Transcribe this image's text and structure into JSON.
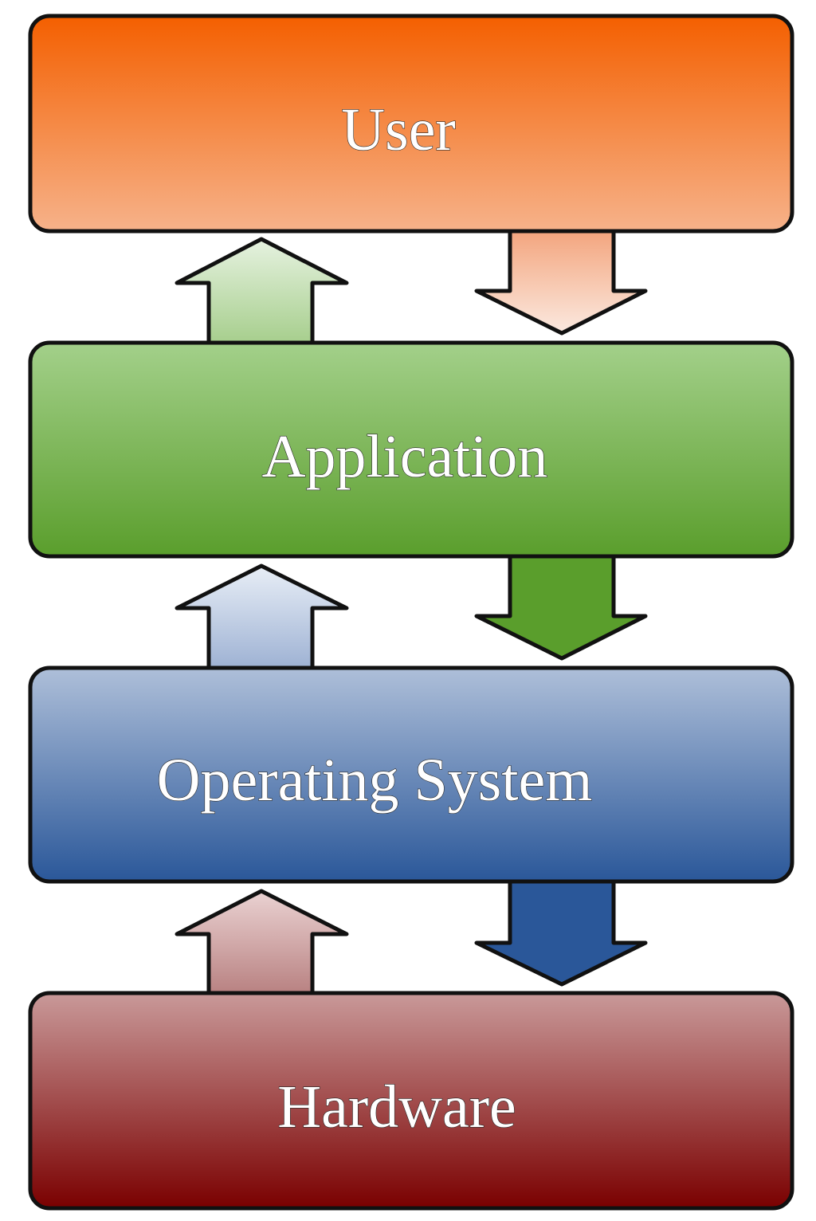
{
  "layers": [
    {
      "id": "user",
      "label": "User",
      "colors": {
        "top": "#f45f00",
        "bottom": "#f6b28a"
      }
    },
    {
      "id": "application",
      "label": "Application",
      "colors": {
        "top": "#a3d08a",
        "bottom": "#5a9e2c"
      }
    },
    {
      "id": "operating-system",
      "label": "Operating System",
      "colors": {
        "top": "#aebfd9",
        "bottom": "#2a5799"
      }
    },
    {
      "id": "hardware",
      "label": "Hardware",
      "colors": {
        "top": "#c99999",
        "bottom": "#7a0000"
      }
    }
  ],
  "arrows": {
    "down_colors": [
      {
        "top": "#f3a27a",
        "bottom": "#fbe9e0"
      },
      {
        "top": "#5a9e2c",
        "bottom": "#5a9e2c"
      },
      {
        "top": "#2a5799",
        "bottom": "#2a5799"
      }
    ],
    "up_colors": [
      {
        "top": "#e6f2e0",
        "bottom": "#a6ce8c"
      },
      {
        "top": "#e8eef6",
        "bottom": "#9db1d3"
      },
      {
        "top": "#ead2d2",
        "bottom": "#b77f7f"
      }
    ]
  }
}
